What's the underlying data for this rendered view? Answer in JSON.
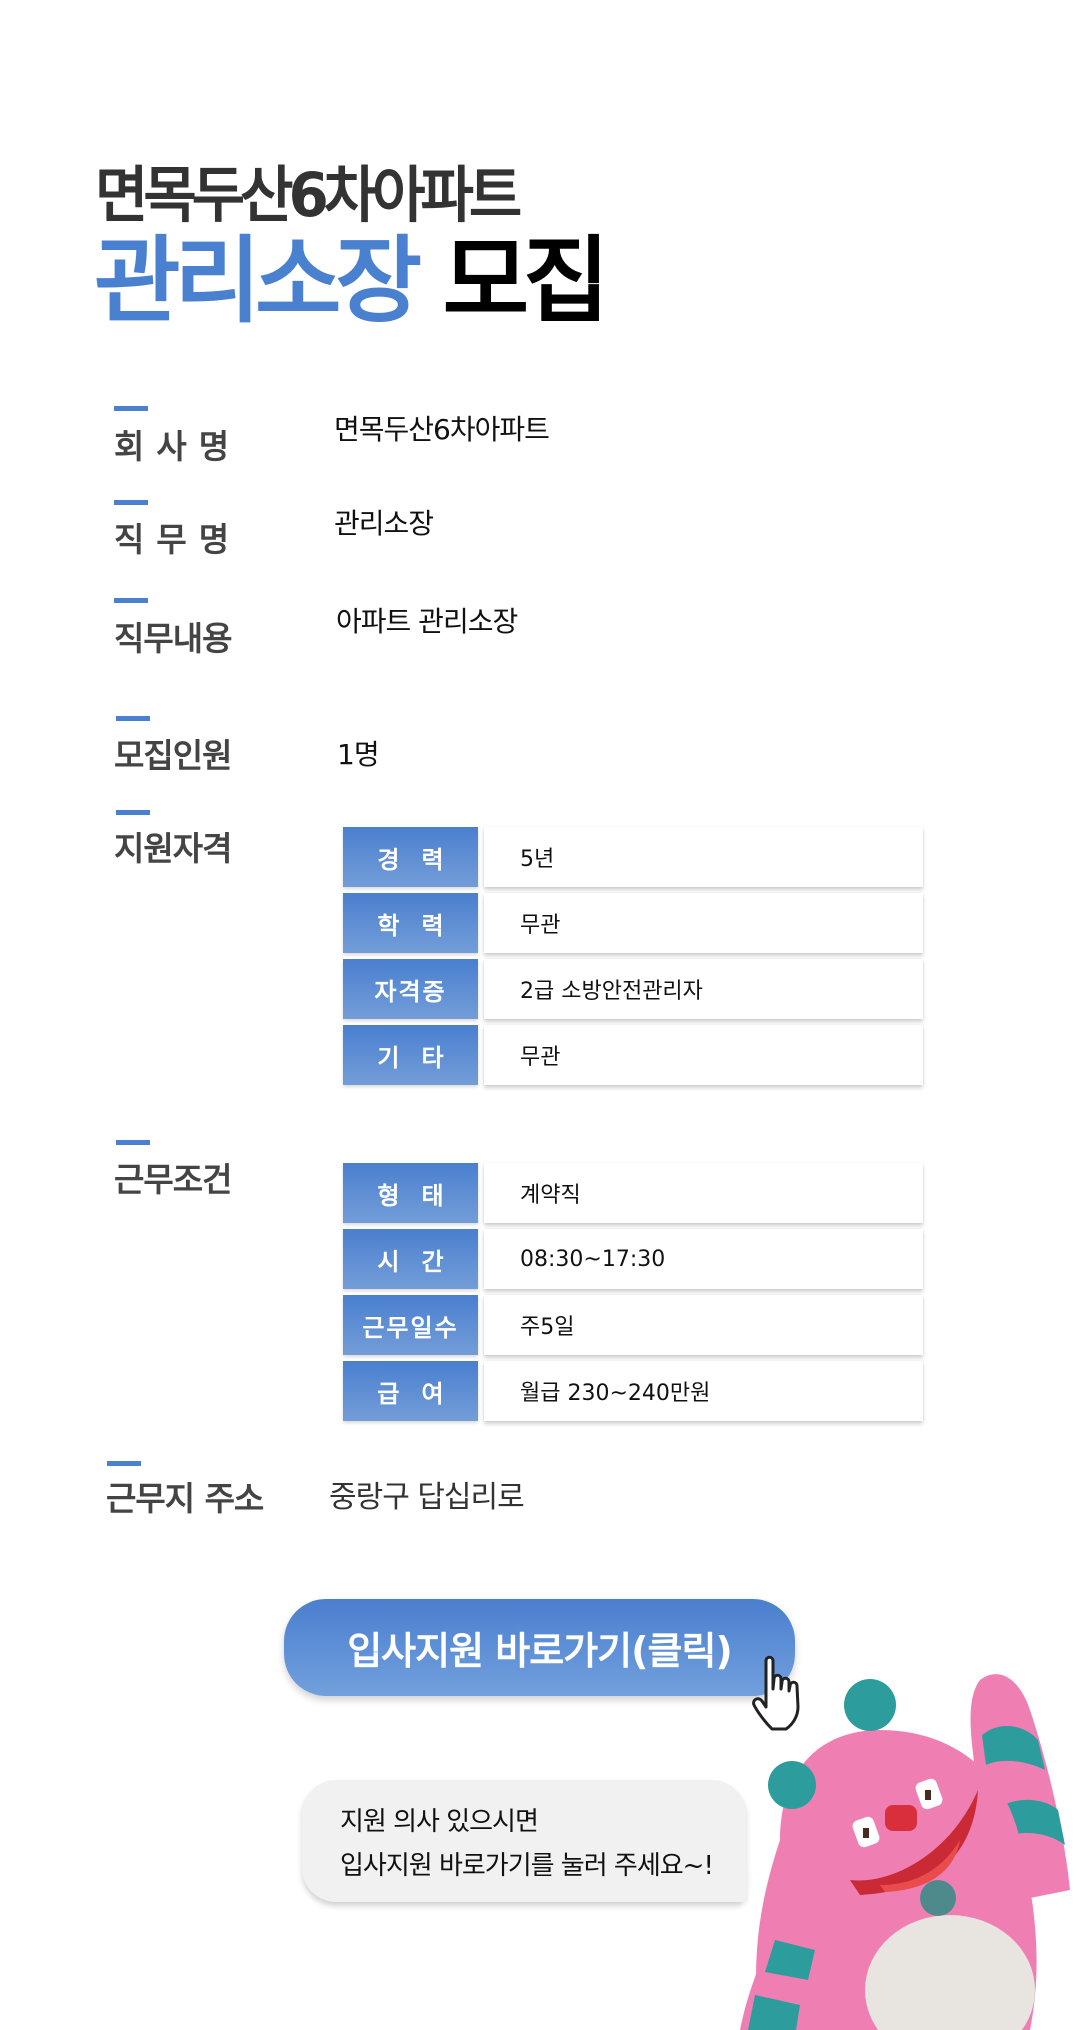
{
  "header": {
    "company_title": "면목두산6차아파트",
    "position_title": "관리소장",
    "recruit_word": "모집"
  },
  "fields": {
    "company": {
      "label": "회사명",
      "value": "면목두산6차아파트"
    },
    "job_title": {
      "label": "직무명",
      "value": "관리소장"
    },
    "job_desc": {
      "label": "직무내용",
      "value": "아파트 관리소장"
    },
    "headcount": {
      "label": "모집인원",
      "value": "1명"
    },
    "qualifications": {
      "label": "지원자격"
    },
    "conditions": {
      "label": "근무조건"
    },
    "address": {
      "label": "근무지 주소",
      "value": "중랑구 답십리로"
    }
  },
  "qualifications_table": [
    {
      "key": "경력",
      "value": "5년"
    },
    {
      "key": "학력",
      "value": "무관"
    },
    {
      "key": "자격증",
      "value": "2급 소방안전관리자"
    },
    {
      "key": "기타",
      "value": "무관"
    }
  ],
  "conditions_table": [
    {
      "key": "형태",
      "value": "계약직"
    },
    {
      "key": "시간",
      "value": "08:30~17:30"
    },
    {
      "key": "근무일수",
      "value": "주5일"
    },
    {
      "key": "급여",
      "value": "월급 230~240만원"
    }
  ],
  "cta": {
    "label": "입사지원 바로가기(클릭)",
    "icon": "pointing-hand-cursor-icon"
  },
  "speech_bubble": {
    "line1": "지원 의사 있으시면",
    "line2": "입사지원 바로가기를 눌러 주세요~!"
  },
  "mascot": {
    "description": "pink furry monster with teal stripes waving"
  },
  "colors": {
    "accent": "#4a80d0",
    "title_dark": "#333333",
    "label_gray": "#444444",
    "bubble_bg": "#f1f1f1"
  }
}
